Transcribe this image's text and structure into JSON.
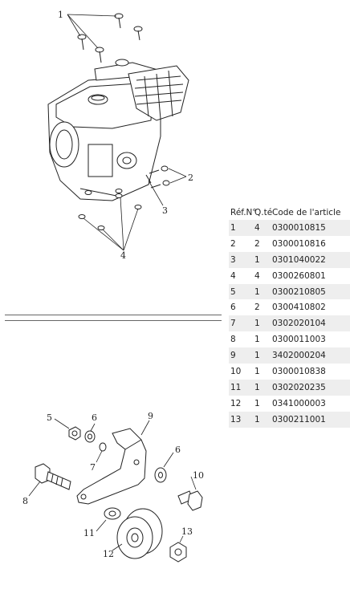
{
  "figure_top": {
    "callouts": [
      "1",
      "2",
      "3",
      "4"
    ]
  },
  "figure_bottom": {
    "callouts": [
      "5",
      "6",
      "7",
      "8",
      "9",
      "6",
      "10",
      "11",
      "12",
      "13"
    ]
  },
  "parts_table": {
    "headers": [
      "Réf.N°",
      "Q.té",
      "Code de l'article"
    ],
    "rows": [
      [
        "1",
        "4",
        "0300010815"
      ],
      [
        "2",
        "2",
        "0300010816"
      ],
      [
        "3",
        "1",
        "0301040022"
      ],
      [
        "4",
        "4",
        "0300260801"
      ],
      [
        "5",
        "1",
        "0300210805"
      ],
      [
        "6",
        "2",
        "0300410802"
      ],
      [
        "7",
        "1",
        "0302020104"
      ],
      [
        "8",
        "1",
        "0300011003"
      ],
      [
        "9",
        "1",
        "3402000204"
      ],
      [
        "10",
        "1",
        "0300010838"
      ],
      [
        "11",
        "1",
        "0302020235"
      ],
      [
        "12",
        "1",
        "0341000003"
      ],
      [
        "13",
        "1",
        "0300211001"
      ]
    ]
  }
}
